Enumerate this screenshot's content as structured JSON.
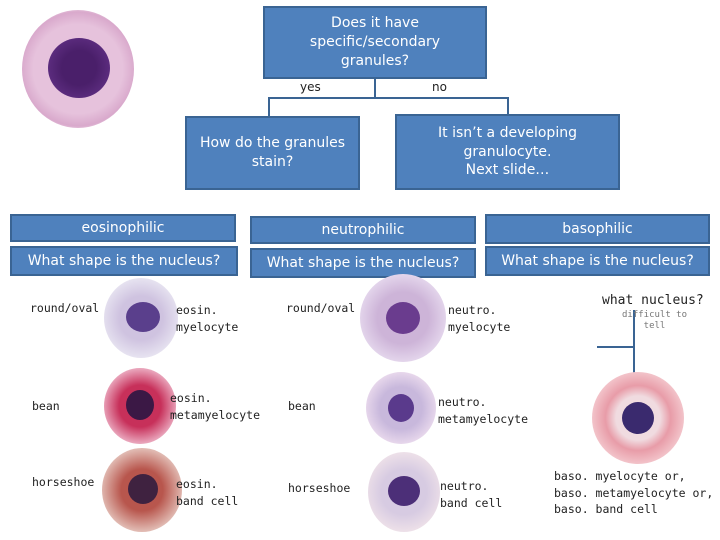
{
  "top_question": "Does it have\nspecific/secondary\ngranules?",
  "branch_yes": "yes",
  "branch_no": "no",
  "stain_question": "How do the granules\nstain?",
  "not_granulocyte": "It isn’t a developing\ngranulocyte.\nNext slide…",
  "columns": [
    {
      "header": "eosinophilic",
      "question": "What shape is the nucleus?"
    },
    {
      "header": "neutrophilic",
      "question": "What shape is the nucleus?"
    },
    {
      "header": "basophilic",
      "question": "What shape is the nucleus?"
    }
  ],
  "eosin_rows": [
    {
      "shape": "round/oval",
      "name": "eosin.\nmyelocyte"
    },
    {
      "shape": "bean",
      "name": "eosin.\nmetamyelocyte"
    },
    {
      "shape": "horseshoe",
      "name": "eosin.\nband cell"
    }
  ],
  "neutro_rows": [
    {
      "shape": "round/oval",
      "name": "neutro.\nmyelocyte"
    },
    {
      "shape": "bean",
      "name": "neutro.\nmetamyelocyte"
    },
    {
      "shape": "horseshoe",
      "name": "neutro.\nband cell"
    }
  ],
  "baso": {
    "question": "what nucleus?",
    "note": "difficult to\ntell",
    "answer": "baso. myelocyte or,\nbaso. metamyelocyte or,\nbaso. band cell"
  }
}
